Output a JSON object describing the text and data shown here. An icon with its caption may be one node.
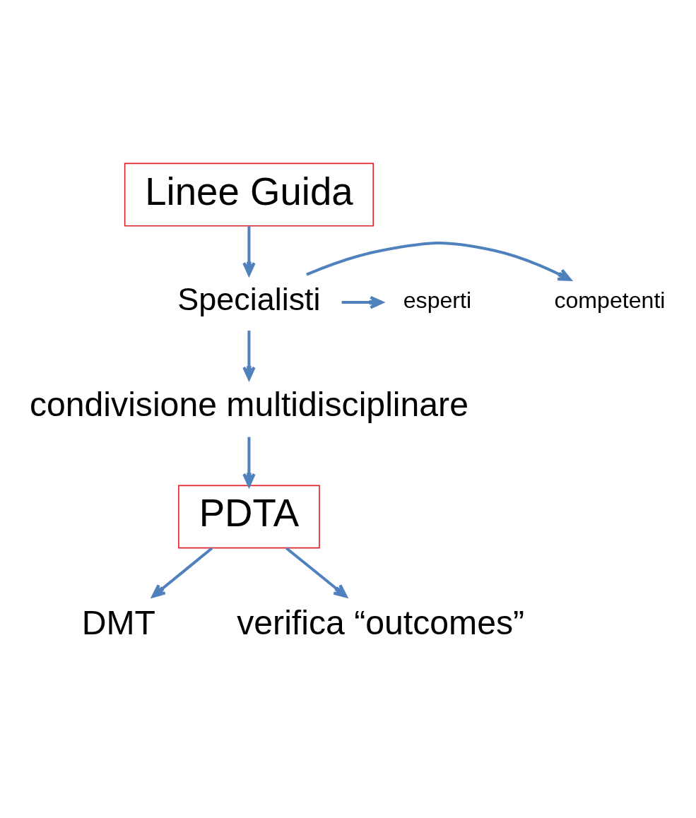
{
  "diagram": {
    "nodes": [
      {
        "text": [
          "Linee Guida"
        ]
      },
      {
        "text": [
          "Specialisti"
        ]
      },
      {
        "text": [
          "competenti"
        ]
      },
      {
        "text": [
          "esperti"
        ]
      },
      {
        "text": [
          "condivisione multidisciplinare"
        ]
      },
      {
        "text": [
          "PDTA"
        ]
      },
      {
        "text": [
          "DMT"
        ]
      },
      {
        "text": [
          "verifica “outcomes”"
        ]
      }
    ],
    "edges": [
      {
        "from": 0,
        "to": 1,
        "arrow": "to"
      },
      {
        "from": 1,
        "to": 2,
        "arrow": "to"
      },
      {
        "from": 1,
        "to": 3,
        "arrow": "to"
      },
      {
        "from": 1,
        "to": 4,
        "arrow": "to"
      },
      {
        "from": 4,
        "to": 5,
        "arrow": "to"
      },
      {
        "from": 5,
        "to": 6,
        "arrow": "to"
      },
      {
        "from": 5,
        "to": 7,
        "arrow": "to"
      }
    ]
  }
}
